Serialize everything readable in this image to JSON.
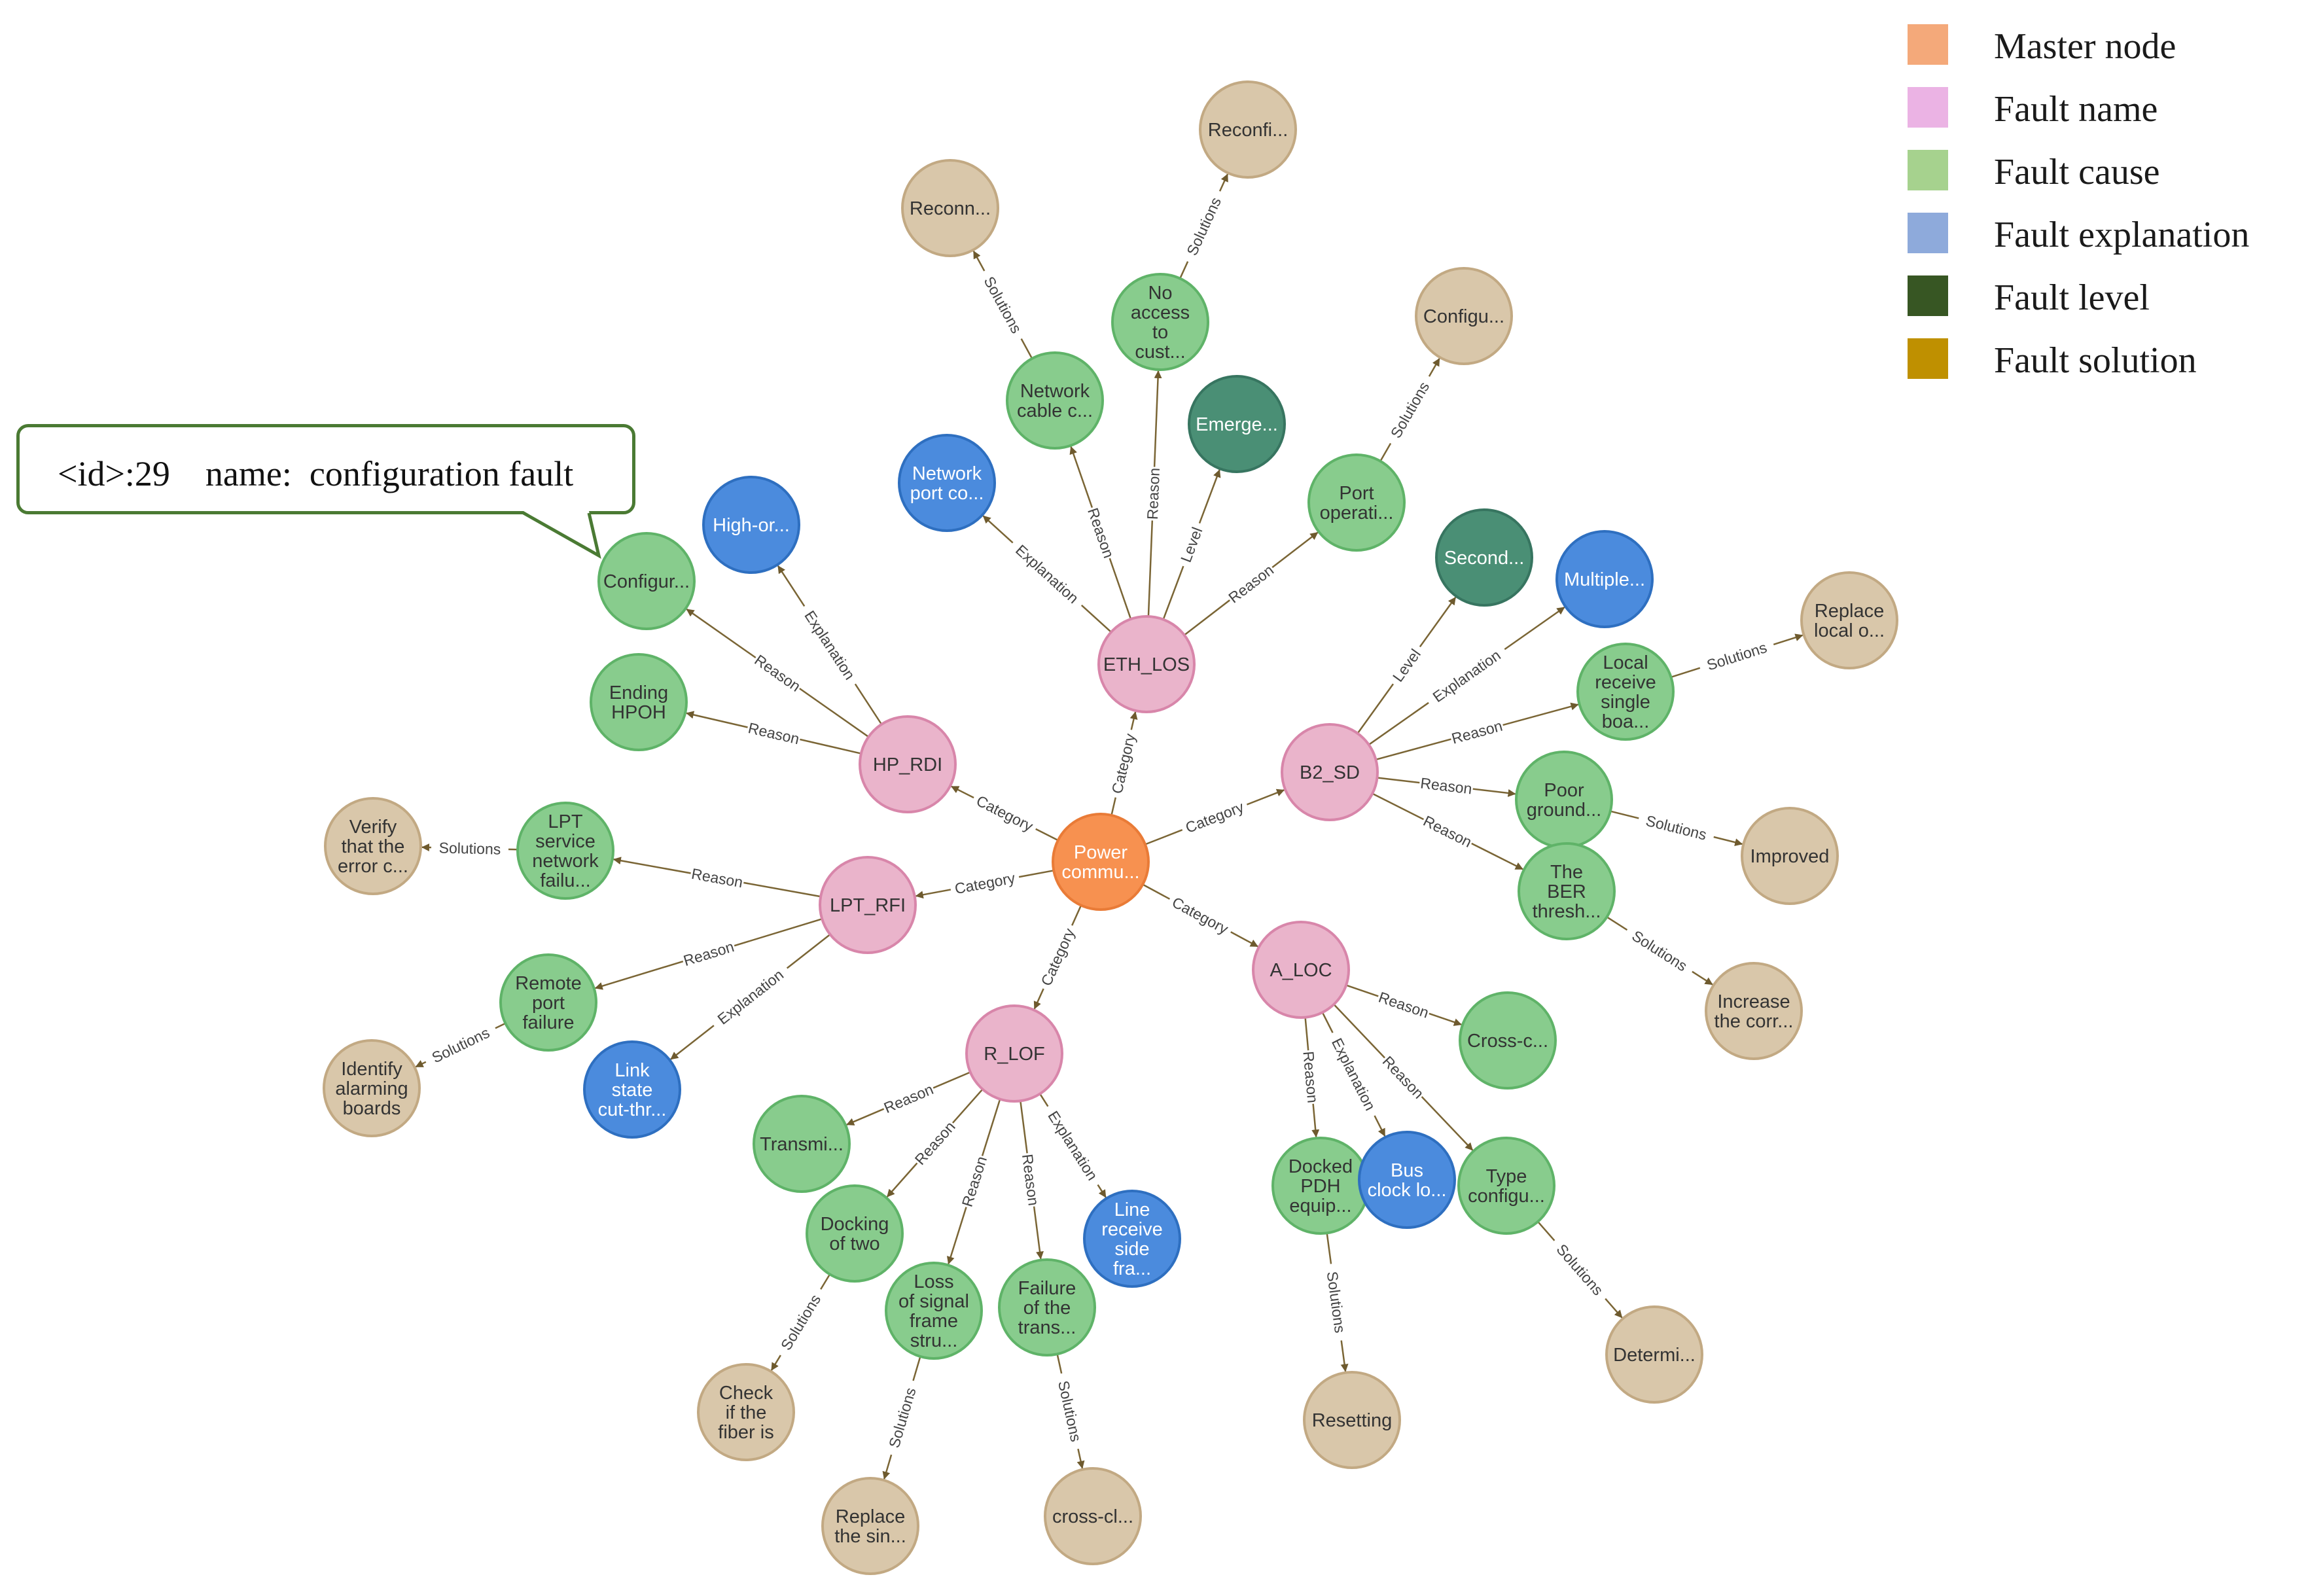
{
  "legend": [
    {
      "label": "Master node",
      "color": "#f4a97a"
    },
    {
      "label": "Fault name",
      "color": "#ebb3e4"
    },
    {
      "label": "Fault cause",
      "color": "#a6d28e"
    },
    {
      "label": "Fault explanation",
      "color": "#8eaadb"
    },
    {
      "label": "Fault level",
      "color": "#375623"
    },
    {
      "label": "Fault solution",
      "color": "#bf9000"
    }
  ],
  "tooltip": {
    "text": "<id>:29    name:  configuration fault"
  },
  "node_styles": {
    "master": {
      "fill": "#f79150",
      "stroke": "#e97b37",
      "text": "#ffffff"
    },
    "name": {
      "fill": "#eab4cb",
      "stroke": "#d886aa",
      "text": "#333333"
    },
    "cause": {
      "fill": "#88cc8d",
      "stroke": "#5fb368",
      "text": "#333333"
    },
    "explanation": {
      "fill": "#4b8bdd",
      "stroke": "#2e6fc0",
      "text": "#ffffff"
    },
    "level": {
      "fill": "#4a8f75",
      "stroke": "#377560",
      "text": "#ffffff"
    },
    "solution": {
      "fill": "#d9c7aa",
      "stroke": "#c2a983",
      "text": "#333333"
    }
  },
  "nodes": [
    {
      "id": "master",
      "type": "master",
      "lines": [
        "Power",
        "commu..."
      ]
    },
    {
      "id": "eth_los",
      "type": "name",
      "lines": [
        "ETH_LOS"
      ]
    },
    {
      "id": "b2_sd",
      "type": "name",
      "lines": [
        "B2_SD"
      ]
    },
    {
      "id": "hp_rdi",
      "type": "name",
      "lines": [
        "HP_RDI"
      ]
    },
    {
      "id": "lpt_rfi",
      "type": "name",
      "lines": [
        "LPT_RFI"
      ]
    },
    {
      "id": "r_lof",
      "type": "name",
      "lines": [
        "R_LOF"
      ]
    },
    {
      "id": "a_loc",
      "type": "name",
      "lines": [
        "A_LOC"
      ]
    },
    {
      "id": "eth_netport",
      "type": "explanation",
      "lines": [
        "Network",
        "port co..."
      ]
    },
    {
      "id": "eth_cable",
      "type": "cause",
      "lines": [
        "Network",
        "cable c..."
      ]
    },
    {
      "id": "eth_reconn",
      "type": "solution",
      "lines": [
        "Reconn..."
      ]
    },
    {
      "id": "eth_noaccess",
      "type": "cause",
      "lines": [
        "No",
        "access",
        "to",
        "cust..."
      ]
    },
    {
      "id": "eth_reconfi",
      "type": "solution",
      "lines": [
        "Reconfi..."
      ]
    },
    {
      "id": "eth_emerge",
      "type": "level",
      "lines": [
        "Emerge..."
      ]
    },
    {
      "id": "eth_portop",
      "type": "cause",
      "lines": [
        "Port",
        "operati..."
      ]
    },
    {
      "id": "eth_configu",
      "type": "solution",
      "lines": [
        "Configu..."
      ]
    },
    {
      "id": "b2_second",
      "type": "level",
      "lines": [
        "Second..."
      ]
    },
    {
      "id": "b2_multiple",
      "type": "explanation",
      "lines": [
        "Multiple..."
      ]
    },
    {
      "id": "b2_local",
      "type": "cause",
      "lines": [
        "Local",
        "receive",
        "single",
        "boa..."
      ]
    },
    {
      "id": "b2_replace",
      "type": "solution",
      "lines": [
        "Replace",
        "local o..."
      ]
    },
    {
      "id": "b2_poor",
      "type": "cause",
      "lines": [
        "Poor",
        "ground..."
      ]
    },
    {
      "id": "b2_improved",
      "type": "solution",
      "lines": [
        "Improved"
      ]
    },
    {
      "id": "b2_ber",
      "type": "cause",
      "lines": [
        "The",
        "BER",
        "thresh..."
      ]
    },
    {
      "id": "b2_increase",
      "type": "solution",
      "lines": [
        "Increase",
        "the corr..."
      ]
    },
    {
      "id": "hp_config",
      "type": "cause",
      "lines": [
        "Configur..."
      ]
    },
    {
      "id": "hp_highor",
      "type": "explanation",
      "lines": [
        "High-or..."
      ]
    },
    {
      "id": "hp_ending",
      "type": "cause",
      "lines": [
        "Ending",
        "HPOH"
      ]
    },
    {
      "id": "lpt_service",
      "type": "cause",
      "lines": [
        "LPT",
        "service",
        "network",
        "failu..."
      ]
    },
    {
      "id": "lpt_verify",
      "type": "solution",
      "lines": [
        "Verify",
        "that the",
        "error c..."
      ]
    },
    {
      "id": "lpt_remote",
      "type": "cause",
      "lines": [
        "Remote",
        "port",
        "failure"
      ]
    },
    {
      "id": "lpt_identify",
      "type": "solution",
      "lines": [
        "Identify",
        "alarming",
        "boards"
      ]
    },
    {
      "id": "lpt_link",
      "type": "explanation",
      "lines": [
        "Link",
        "state",
        "cut-thr..."
      ]
    },
    {
      "id": "rl_transmi",
      "type": "cause",
      "lines": [
        "Transmi..."
      ]
    },
    {
      "id": "rl_docking",
      "type": "cause",
      "lines": [
        "Docking",
        "of two"
      ]
    },
    {
      "id": "rl_check",
      "type": "solution",
      "lines": [
        "Check",
        "if the",
        "fiber is"
      ]
    },
    {
      "id": "rl_loss",
      "type": "cause",
      "lines": [
        "Loss",
        "of signal",
        "frame",
        "stru..."
      ]
    },
    {
      "id": "rl_replace",
      "type": "solution",
      "lines": [
        "Replace",
        "the sin..."
      ]
    },
    {
      "id": "rl_failure",
      "type": "cause",
      "lines": [
        "Failure",
        "of the",
        "trans..."
      ]
    },
    {
      "id": "rl_crosscl",
      "type": "solution",
      "lines": [
        "cross-cl..."
      ]
    },
    {
      "id": "rl_line",
      "type": "explanation",
      "lines": [
        "Line",
        "receive",
        "side",
        "fra..."
      ]
    },
    {
      "id": "al_crossc",
      "type": "cause",
      "lines": [
        "Cross-c..."
      ]
    },
    {
      "id": "al_docked",
      "type": "cause",
      "lines": [
        "Docked",
        "PDH",
        "equip..."
      ]
    },
    {
      "id": "al_resetting",
      "type": "solution",
      "lines": [
        "Resetting"
      ]
    },
    {
      "id": "al_bus",
      "type": "explanation",
      "lines": [
        "Bus",
        "clock lo..."
      ]
    },
    {
      "id": "al_type",
      "type": "cause",
      "lines": [
        "Type",
        "configu..."
      ]
    },
    {
      "id": "al_determi",
      "type": "solution",
      "lines": [
        "Determi..."
      ]
    }
  ],
  "edges": [
    {
      "from": "master",
      "to": "eth_los",
      "label": "Category"
    },
    {
      "from": "master",
      "to": "b2_sd",
      "label": "Category"
    },
    {
      "from": "master",
      "to": "hp_rdi",
      "label": "Category"
    },
    {
      "from": "master",
      "to": "lpt_rfi",
      "label": "Category"
    },
    {
      "from": "master",
      "to": "r_lof",
      "label": "Category"
    },
    {
      "from": "master",
      "to": "a_loc",
      "label": "Category"
    },
    {
      "from": "eth_los",
      "to": "eth_netport",
      "label": "Explanation"
    },
    {
      "from": "eth_los",
      "to": "eth_cable",
      "label": "Reason"
    },
    {
      "from": "eth_cable",
      "to": "eth_reconn",
      "label": "Solutions"
    },
    {
      "from": "eth_los",
      "to": "eth_noaccess",
      "label": "Reason"
    },
    {
      "from": "eth_noaccess",
      "to": "eth_reconfi",
      "label": "Solutions"
    },
    {
      "from": "eth_los",
      "to": "eth_emerge",
      "label": "Level"
    },
    {
      "from": "eth_los",
      "to": "eth_portop",
      "label": "Reason"
    },
    {
      "from": "eth_portop",
      "to": "eth_configu",
      "label": "Solutions"
    },
    {
      "from": "b2_sd",
      "to": "b2_second",
      "label": "Level"
    },
    {
      "from": "b2_sd",
      "to": "b2_multiple",
      "label": "Explanation"
    },
    {
      "from": "b2_sd",
      "to": "b2_local",
      "label": "Reason"
    },
    {
      "from": "b2_local",
      "to": "b2_replace",
      "label": "Solutions"
    },
    {
      "from": "b2_sd",
      "to": "b2_poor",
      "label": "Reason"
    },
    {
      "from": "b2_poor",
      "to": "b2_improved",
      "label": "Solutions"
    },
    {
      "from": "b2_sd",
      "to": "b2_ber",
      "label": "Reason"
    },
    {
      "from": "b2_ber",
      "to": "b2_increase",
      "label": "Solutions"
    },
    {
      "from": "hp_rdi",
      "to": "hp_config",
      "label": "Reason"
    },
    {
      "from": "hp_rdi",
      "to": "hp_highor",
      "label": "Explanation"
    },
    {
      "from": "hp_rdi",
      "to": "hp_ending",
      "label": "Reason"
    },
    {
      "from": "lpt_rfi",
      "to": "lpt_service",
      "label": "Reason"
    },
    {
      "from": "lpt_service",
      "to": "lpt_verify",
      "label": "Solutions"
    },
    {
      "from": "lpt_rfi",
      "to": "lpt_remote",
      "label": "Reason"
    },
    {
      "from": "lpt_remote",
      "to": "lpt_identify",
      "label": "Solutions"
    },
    {
      "from": "lpt_rfi",
      "to": "lpt_link",
      "label": "Explanation"
    },
    {
      "from": "r_lof",
      "to": "rl_transmi",
      "label": "Reason"
    },
    {
      "from": "r_lof",
      "to": "rl_docking",
      "label": "Reason"
    },
    {
      "from": "rl_docking",
      "to": "rl_check",
      "label": "Solutions"
    },
    {
      "from": "r_lof",
      "to": "rl_loss",
      "label": "Reason"
    },
    {
      "from": "rl_loss",
      "to": "rl_replace",
      "label": "Solutions"
    },
    {
      "from": "r_lof",
      "to": "rl_failure",
      "label": "Reason"
    },
    {
      "from": "rl_failure",
      "to": "rl_crosscl",
      "label": "Solutions"
    },
    {
      "from": "r_lof",
      "to": "rl_line",
      "label": "Explanation"
    },
    {
      "from": "a_loc",
      "to": "al_crossc",
      "label": "Reason"
    },
    {
      "from": "a_loc",
      "to": "al_docked",
      "label": "Reason"
    },
    {
      "from": "al_docked",
      "to": "al_resetting",
      "label": "Solutions"
    },
    {
      "from": "a_loc",
      "to": "al_bus",
      "label": "Explanation"
    },
    {
      "from": "a_loc",
      "to": "al_type",
      "label": "Reason"
    },
    {
      "from": "al_type",
      "to": "al_determi",
      "label": "Solutions"
    }
  ]
}
